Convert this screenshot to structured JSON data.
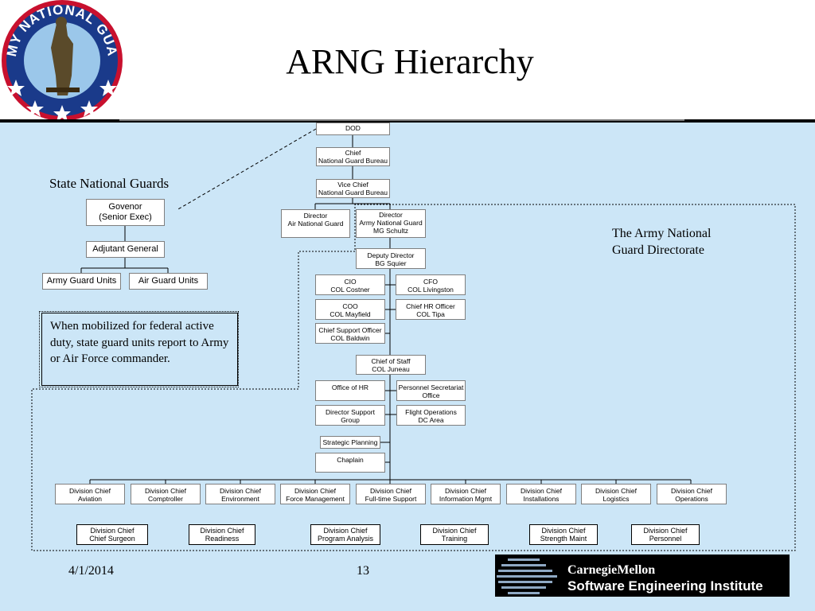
{
  "title": "ARNG Hierarchy",
  "logo": {
    "text": "ARMY NATIONAL GUARD"
  },
  "state_heading": "State National Guards",
  "directorate_heading": "The Army National\nGuard Directorate",
  "note": "When mobilized for federal active duty, state guard units report to Army or Air Force commander.",
  "state_boxes": {
    "governor": "Govenor\n(Senior Exec)",
    "adjutant": "Adjutant General",
    "army_units": "Army Guard Units",
    "air_units": "Air Guard Units"
  },
  "org": {
    "dod": "DOD",
    "chief": "Chief\nNational Guard Bureau",
    "vice": "Vice Chief\nNational Guard Bureau",
    "dir_air": "Director\nAir National Guard",
    "dir_army": "Director\nArmy National Guard\nMG Schultz",
    "deputy": "Deputy Director\nBG Squier",
    "cio": "CIO\nCOL Costner",
    "cfo": "CFO\nCOL Livingston",
    "coo": "COO\nCOL Mayfield",
    "chro": "Chief HR Officer\nCOL Tipa",
    "cso": "Chief Support Officer\nCOL Baldwin",
    "cos": "Chief of Staff\nCOL Juneau",
    "office_hr": "Office of HR",
    "personnel_sec": "Personnel Secretariat\nOffice",
    "dir_support": "Director Support\nGroup",
    "flight_ops": "Flight Operations\nDC Area",
    "strategic": "Strategic Planning",
    "chaplain": "Chaplain"
  },
  "divisions": [
    "Division Chief\nAviation",
    "Division Chief\nComptroller",
    "Division Chief\nEnvironment",
    "Division Chief\nForce Management",
    "Division Chief\nFull-time Support",
    "Division Chief\nInformation Mgmt",
    "Division Chief\nInstallations",
    "Division Chief\nLogistics",
    "Division Chief\nOperations"
  ],
  "sub_divisions": [
    "Division Chief\nChief Surgeon",
    "Division Chief\nReadiness",
    "Division Chief\nProgram Analysis",
    "Division Chief\nTraining",
    "Division Chief\nStrength Maint",
    "Division Chief\nPersonnel"
  ],
  "footer": {
    "date": "4/1/2014",
    "page": "13",
    "cmu_line1": "CarnegieMellon",
    "cmu_line2": "Software Engineering Institute"
  }
}
